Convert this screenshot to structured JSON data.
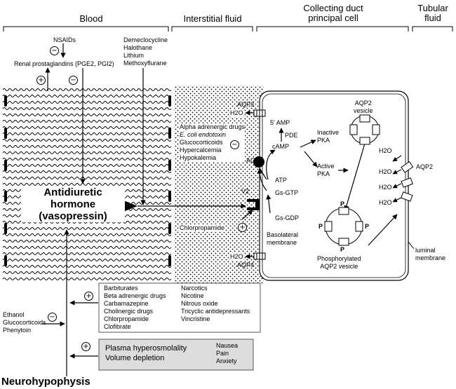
{
  "headers": {
    "blood": "Blood",
    "interstitial": "Interstitial fluid",
    "principal_cell": [
      "Collecting duct",
      "principal cell"
    ],
    "tubular": [
      "Tubular",
      "fluid"
    ]
  },
  "modulators": {
    "nsaids": "NSAIDs",
    "prostaglandins": "Renal prostaglandins (PGE2, PGI2)",
    "adh_drugs": [
      "Demeclocycline",
      "Halothane",
      "Lithium",
      "Methoxyflurane"
    ],
    "inhibitors": [
      "Alpha adrenergic drugs",
      "E. coli endotoxin",
      "Glucocorticoids",
      "Hypercalcemia",
      "Hypokalemia"
    ],
    "chlorpropamide": "Chlorpropamide"
  },
  "hormone": {
    "line1": "Antidiuretic",
    "line2": "hormone",
    "line3": "(vasopressin)"
  },
  "cell": {
    "aqp3": "AQP3",
    "aqp4": "AQP4",
    "aqp2": "AQP2",
    "h2o": "H2O",
    "five_amp": "5' AMP",
    "pde": "PDE",
    "camp": "cAMP",
    "atp": "ATP",
    "ac": "AC",
    "inactive_pka": [
      "Inactive",
      "PKA"
    ],
    "active_pka": [
      "Active",
      "PKA"
    ],
    "aqp2_vesicle": [
      "AQP2",
      "vesicle"
    ],
    "phospho_vesicle": [
      "Phosphorylated",
      "AQP2 vesicle"
    ],
    "v2": "V2",
    "gs_gtp": "Gs-GTP",
    "gs_gdp": "Gs-GDP",
    "basolateral": [
      "Basolateral",
      "membrane"
    ],
    "luminal": [
      "luminal",
      "membrane"
    ],
    "p": "P"
  },
  "release_stimulants": {
    "col1": [
      "Barbiturates",
      "Beta adrenergic drugs",
      "Carbamazepine",
      "Cholinergic drugs",
      "Chlorpropamide",
      "Clofibrate"
    ],
    "col2": [
      "Narcotics",
      "Nicotine",
      "Nitrous oxide",
      "Tricyclic antidepressants",
      "Vincristine"
    ]
  },
  "release_inhibitors": [
    "Ethanol",
    "Glucocorticoids",
    "Phenytoin"
  ],
  "physiologic": {
    "main": [
      "Plasma hyperosmolality",
      "Volume depletion"
    ],
    "other": [
      "Nausea",
      "Pain",
      "Anxiety"
    ]
  },
  "neurohypophysis": "Neurohypophysis",
  "symbols": {
    "plus": "+",
    "minus": "−"
  }
}
